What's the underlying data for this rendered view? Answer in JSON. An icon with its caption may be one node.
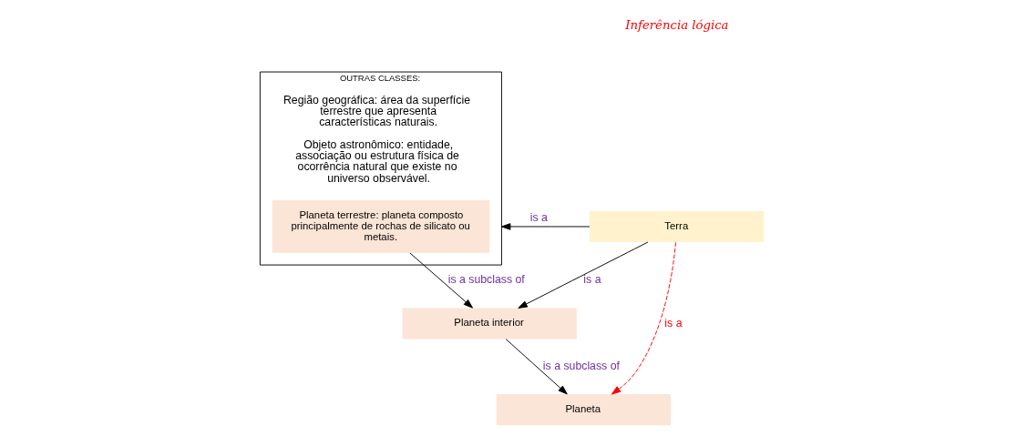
{
  "diagram": {
    "nodes": [
      {
        "text": [
          "Terra"
        ]
      },
      {
        "text": [
          "Planeta interior"
        ]
      },
      {
        "text": [
          "Planeta"
        ]
      },
      {
        "text": [
          "OUTRAS CLASSES:",
          "Região geográfica: área da superfície terrestre que apresenta características naturais.",
          "Objeto astronômico: entidade, associação ou estrutura física de ocorrência natural que existe no universo observável."
        ]
      },
      {
        "text": [
          "Planeta terrestre: planeta composto principalmente de rochas de silicato ou metais."
        ],
        "in": 3
      }
    ],
    "edges": [
      {
        "from": 0,
        "to": 3,
        "arrow": "to",
        "label": "is a"
      },
      {
        "from": 0,
        "to": 1,
        "arrow": "to",
        "label": "is a"
      },
      {
        "from": 1,
        "to": 2,
        "arrow": "to",
        "label": "is a subclass of"
      },
      {
        "from": 4,
        "to": 1,
        "arrow": "to",
        "label": "is a subclass of"
      },
      {
        "from": 0,
        "to": 2,
        "arrow": "to",
        "label": "is a",
        "style": "dashed",
        "color": "#ff0000"
      }
    ],
    "labels": [
      "Inferência lógica"
    ]
  }
}
